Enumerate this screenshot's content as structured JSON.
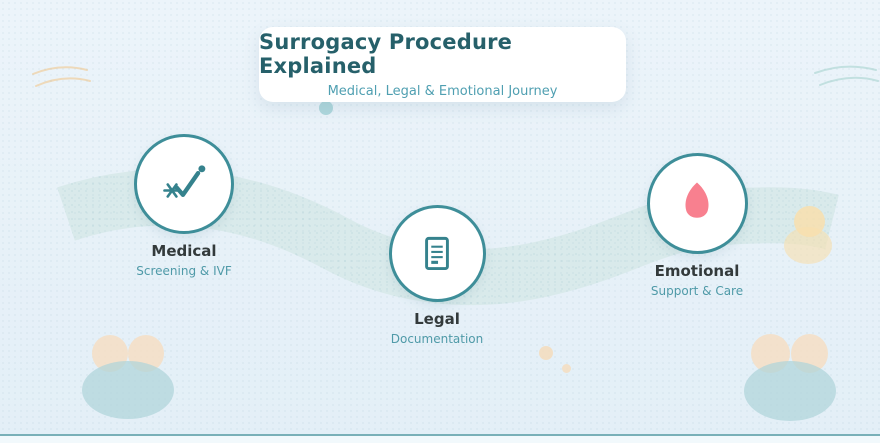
{
  "header": {
    "title": "Surrogacy Procedure Explained",
    "subtitle": "Medical, Legal & Emotional Journey"
  },
  "steps": [
    {
      "label": "Medical",
      "sublabel": "Screening & IVF",
      "icon": "medical-check-icon"
    },
    {
      "label": "Legal",
      "sublabel": "Documentation",
      "icon": "legal-document-icon"
    },
    {
      "label": "Emotional",
      "sublabel": "Support & Care",
      "icon": "heart-petal-icon"
    }
  ],
  "colors": {
    "accent_teal": "#3e8e99",
    "title_text": "#26606a",
    "subtitle_text": "#4f9fb1",
    "label_text": "#333a3b",
    "sublabel_text": "#4f9aa8",
    "ribbon": "#d8e9ea",
    "petal_pink": "#f8808f",
    "blob_peach": "#f6ddc0",
    "blob_teal": "#aed4da",
    "background": "#e7f1f8",
    "bottom_line": "#79b0b8"
  }
}
